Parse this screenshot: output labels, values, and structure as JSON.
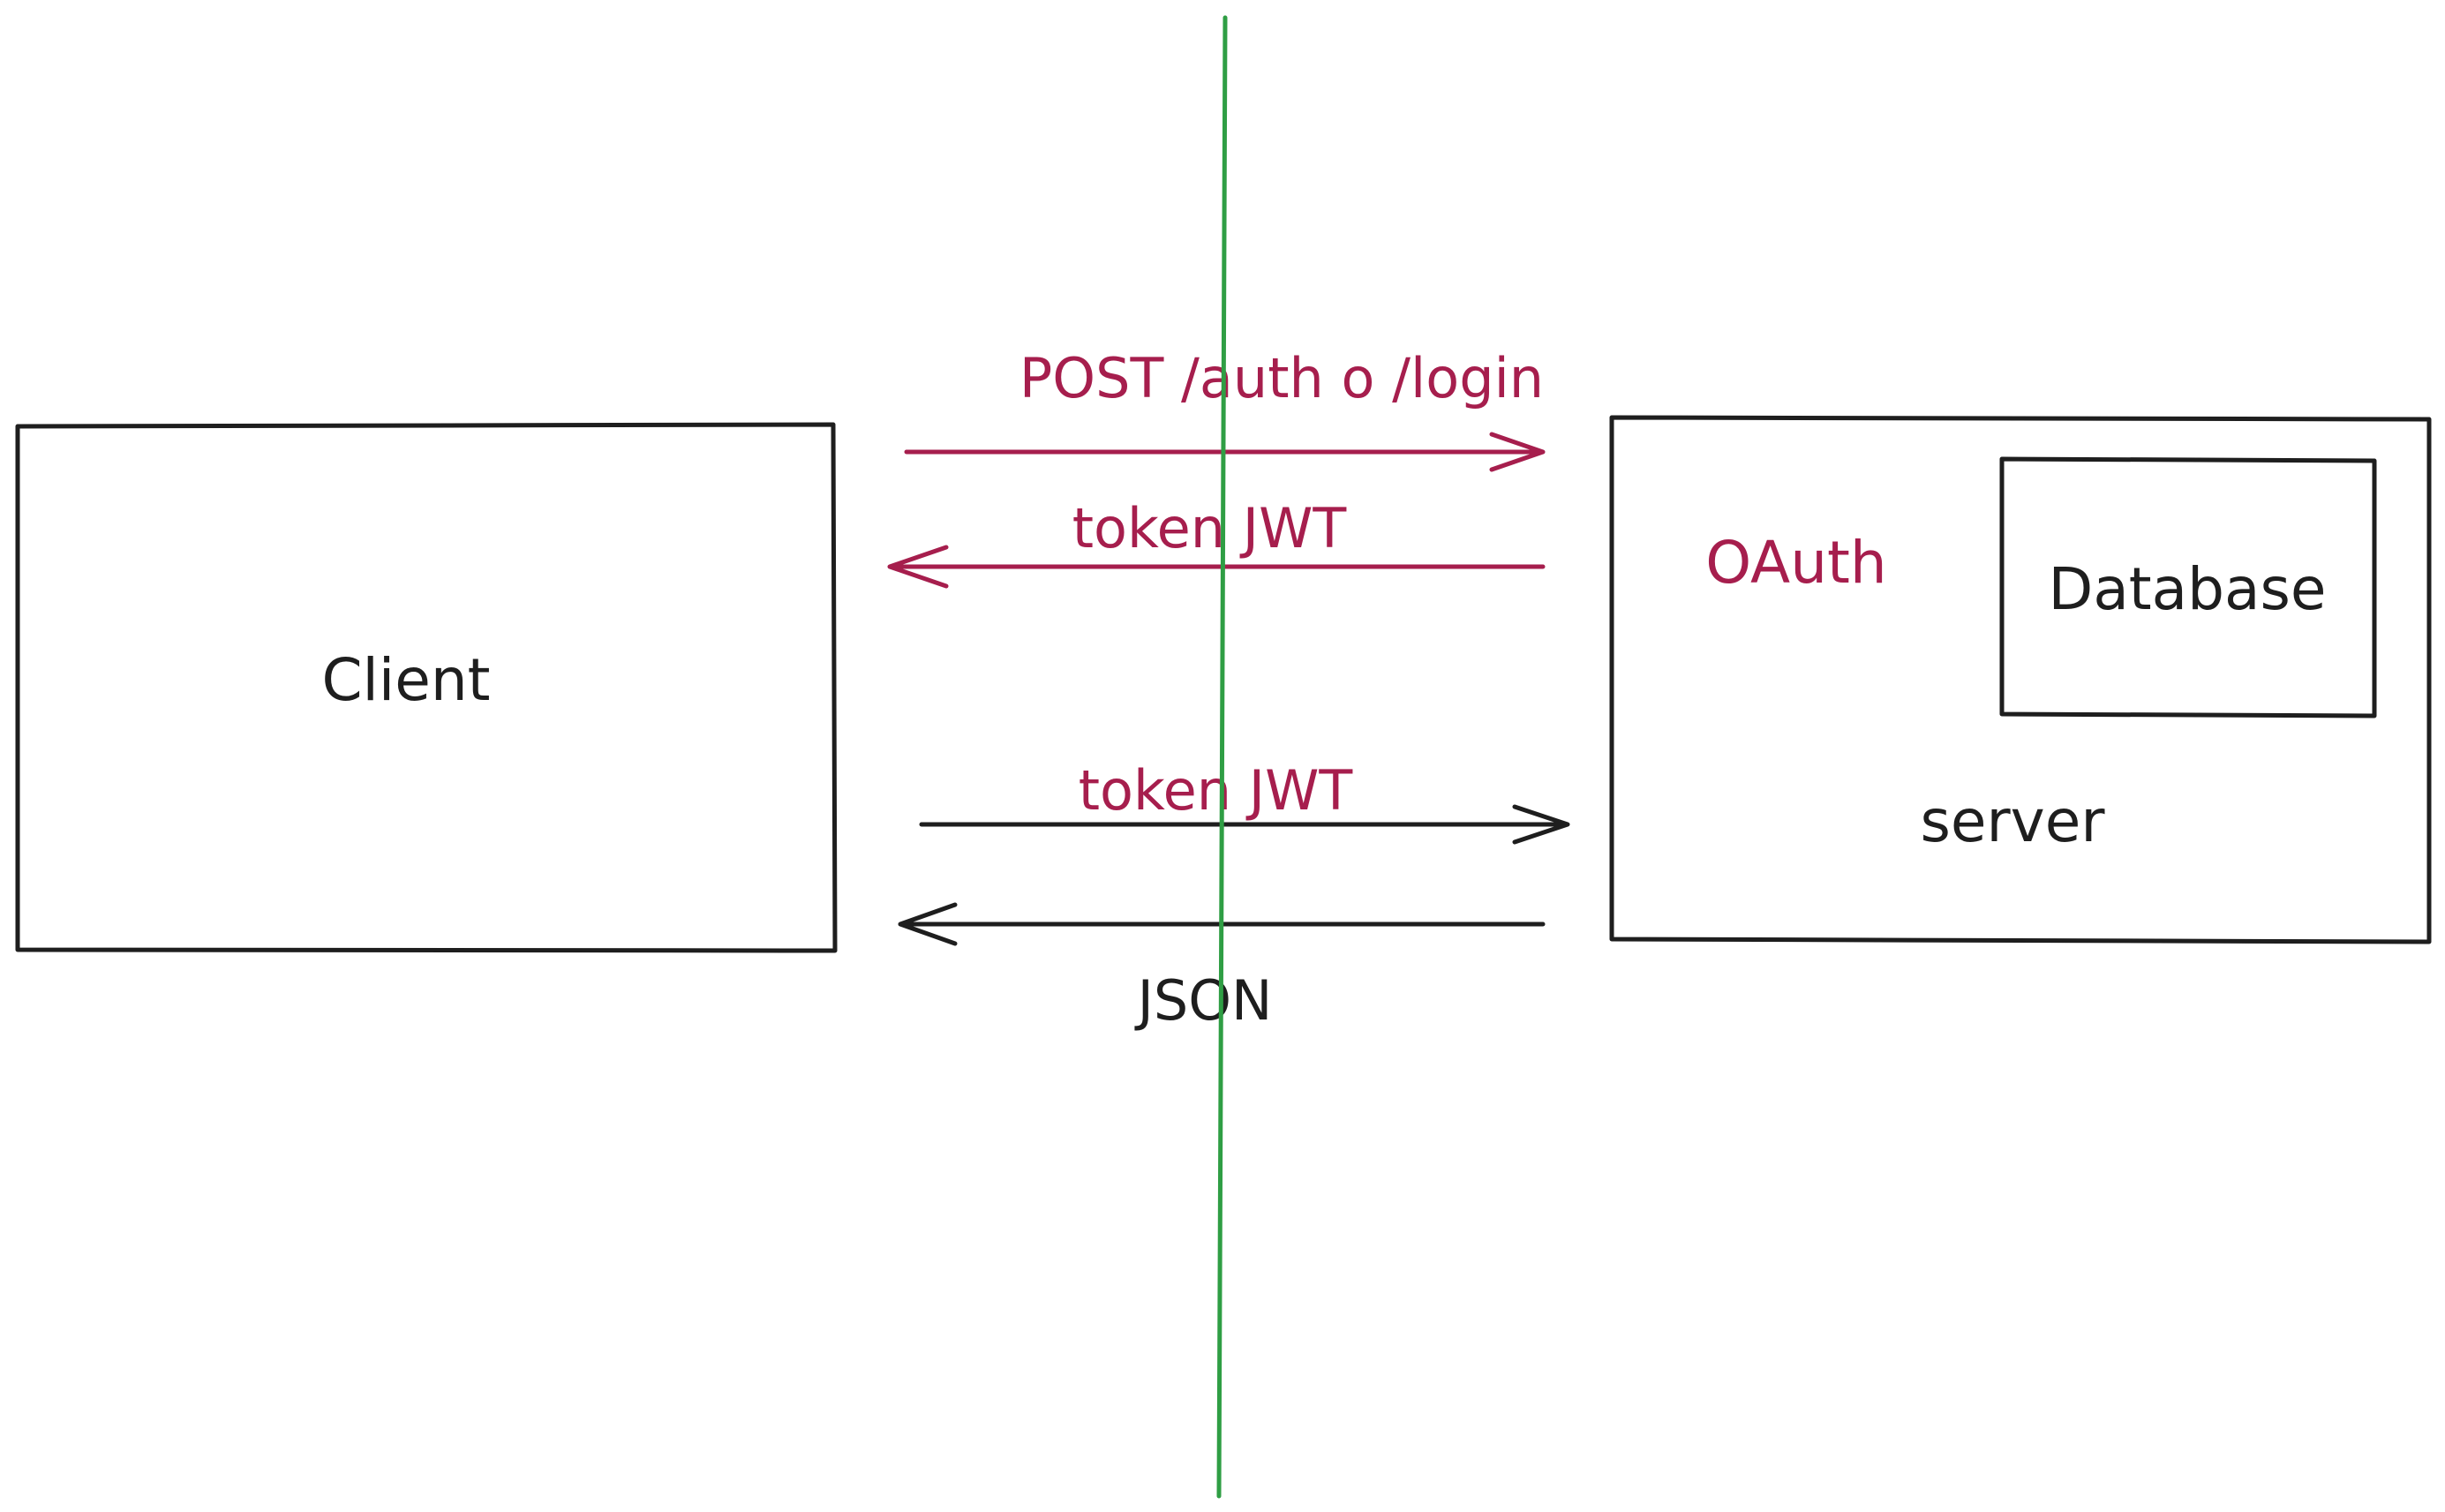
{
  "colors": {
    "ink": "#1e1e1e",
    "accent": "#a61e4d",
    "divider": "#2f9e44",
    "background": "#ffffff"
  },
  "nodes": {
    "client": {
      "label": "Client"
    },
    "server": {
      "label": "server"
    },
    "oauth": {
      "label": "OAuth"
    },
    "database": {
      "label": "Database"
    }
  },
  "edges": {
    "login_request": {
      "label": "POST /auth o /login"
    },
    "token_response": {
      "label": "token JWT"
    },
    "token_request": {
      "label": "token JWT"
    },
    "json_response": {
      "label": "JSON"
    }
  }
}
